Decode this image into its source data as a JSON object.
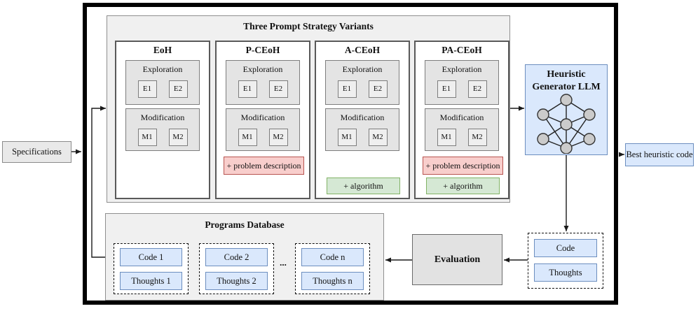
{
  "diagram": {
    "specifications": "Specifications",
    "best_heuristic_code": "Best heuristic code",
    "variants_panel": {
      "title": "Three Prompt Strategy Variants",
      "variants": [
        {
          "name": "EoH",
          "exploration": {
            "label": "Exploration",
            "items": [
              "E1",
              "E2"
            ]
          },
          "modification": {
            "label": "Modification",
            "items": [
              "M1",
              "M2"
            ]
          },
          "extras": []
        },
        {
          "name": "P-CEoH",
          "exploration": {
            "label": "Exploration",
            "items": [
              "E1",
              "E2"
            ]
          },
          "modification": {
            "label": "Modification",
            "items": [
              "M1",
              "M2"
            ]
          },
          "extras": [
            {
              "type": "problem_description",
              "label": "+ problem description"
            }
          ]
        },
        {
          "name": "A-CEoH",
          "exploration": {
            "label": "Exploration",
            "items": [
              "E1",
              "E2"
            ]
          },
          "modification": {
            "label": "Modification",
            "items": [
              "M1",
              "M2"
            ]
          },
          "extras": [
            {
              "type": "algorithm",
              "label": "+ algorithm"
            }
          ]
        },
        {
          "name": "PA-CEoH",
          "exploration": {
            "label": "Exploration",
            "items": [
              "E1",
              "E2"
            ]
          },
          "modification": {
            "label": "Modification",
            "items": [
              "M1",
              "M2"
            ]
          },
          "extras": [
            {
              "type": "problem_description",
              "label": "+ problem description"
            },
            {
              "type": "algorithm",
              "label": "+ algorithm"
            }
          ]
        }
      ]
    },
    "heuristic_generator": {
      "title": "Heuristic Generator LLM",
      "icon": "neural-network-icon"
    },
    "llm_output": {
      "items": [
        "Code",
        "Thoughts"
      ]
    },
    "evaluation": {
      "label": "Evaluation"
    },
    "programs_database": {
      "title": "Programs Database",
      "ellipsis": "...",
      "entries": [
        {
          "code": "Code 1",
          "thoughts": "Thoughts 1"
        },
        {
          "code": "Code 2",
          "thoughts": "Thoughts 2"
        },
        {
          "code": "Code n",
          "thoughts": "Thoughts n"
        }
      ]
    },
    "colors": {
      "blue_fill": "#dae8fc",
      "blue_border": "#6c8ebf",
      "red_fill": "#f8cecc",
      "red_border": "#b85450",
      "green_fill": "#d5e8d4",
      "green_border": "#82b366"
    }
  }
}
